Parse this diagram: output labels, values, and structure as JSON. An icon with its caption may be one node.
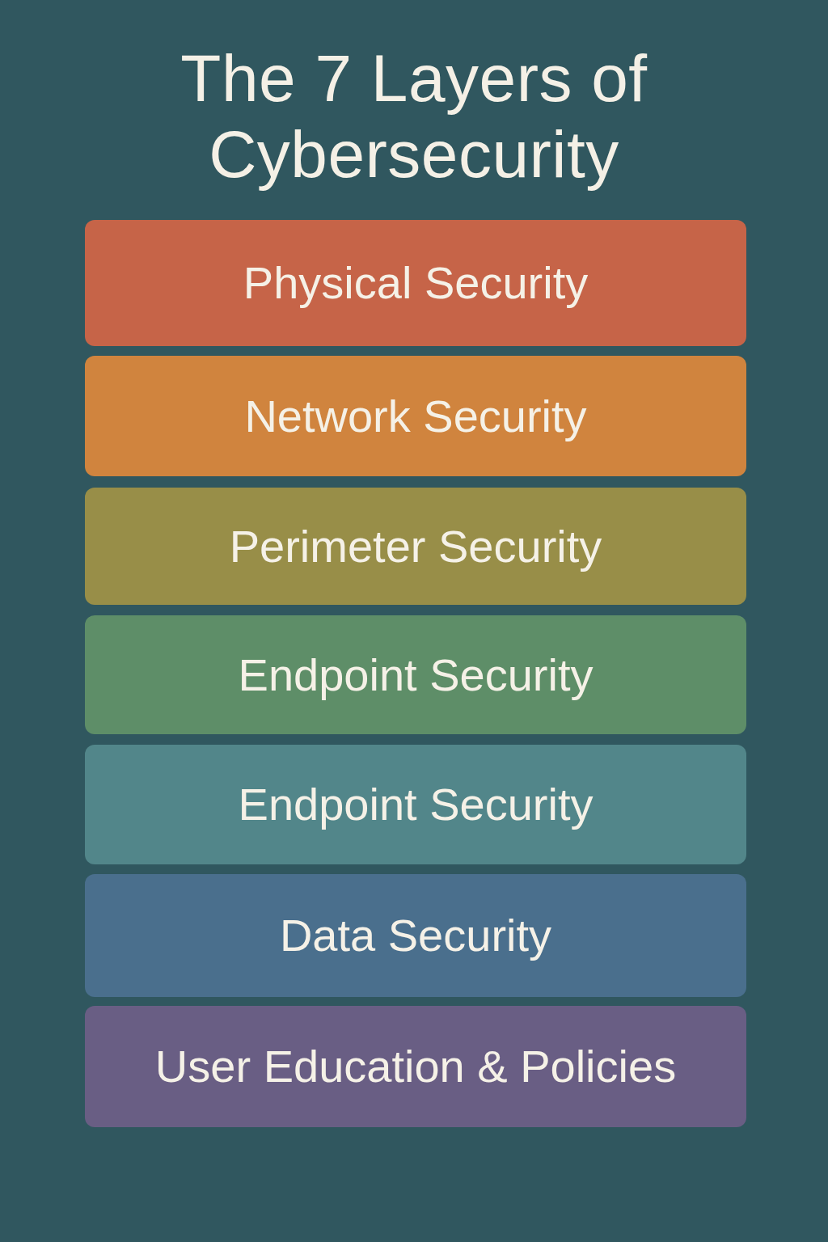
{
  "diagram": {
    "title": "The 7 Layers of Cybersecurity",
    "nodes": [
      {
        "text": [
          "Physical Security"
        ]
      },
      {
        "text": [
          "Network Security"
        ]
      },
      {
        "text": [
          "Perimeter Security"
        ]
      },
      {
        "text": [
          "Endpoint Security"
        ]
      },
      {
        "text": [
          "Endpoint Security"
        ]
      },
      {
        "text": [
          "Data Security"
        ]
      },
      {
        "text": [
          "User Education & Policies"
        ]
      }
    ]
  }
}
